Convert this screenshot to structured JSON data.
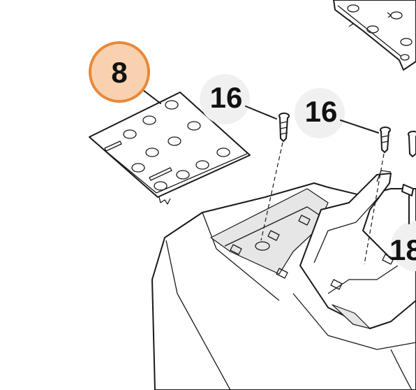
{
  "callouts": {
    "highlighted": {
      "label": "8",
      "fill": "#f8d2b0",
      "stroke": "#e8893a"
    },
    "screw_left": {
      "label": "16",
      "bubble": "#f0f0f0"
    },
    "screw_right": {
      "label": "16",
      "bubble": "#f0f0f0"
    },
    "partial_right": {
      "label": "18",
      "bubble": "#f0f0f0"
    }
  }
}
